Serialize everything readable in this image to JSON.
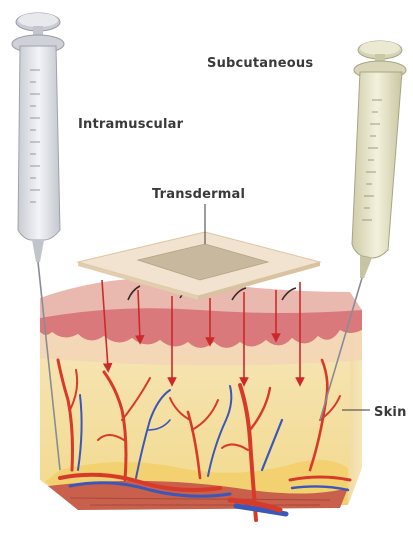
{
  "labels": {
    "subcutaneous": "Subcutaneous",
    "intramuscular": "Intramuscular",
    "transdermal": "Transdermal",
    "skin": "Skin"
  },
  "colors": {
    "syringe_left": "#e4e6ec",
    "syringe_right": "#e6e4c8",
    "epidermis": "#e7b4ae",
    "dermis_pink": "#d9797c",
    "subcutis": "#f4e0a8",
    "fat_yellow": "#f2cf6a",
    "muscle": "#c8604c",
    "artery": "#d83a2a",
    "vein": "#3b57b8",
    "patch": "#f1e3cf",
    "drug_arrow": "#cc2a2a"
  },
  "icons": {
    "left_injector": "syringe-icon",
    "right_injector": "syringe-icon",
    "patch": "transdermal-patch-icon"
  }
}
